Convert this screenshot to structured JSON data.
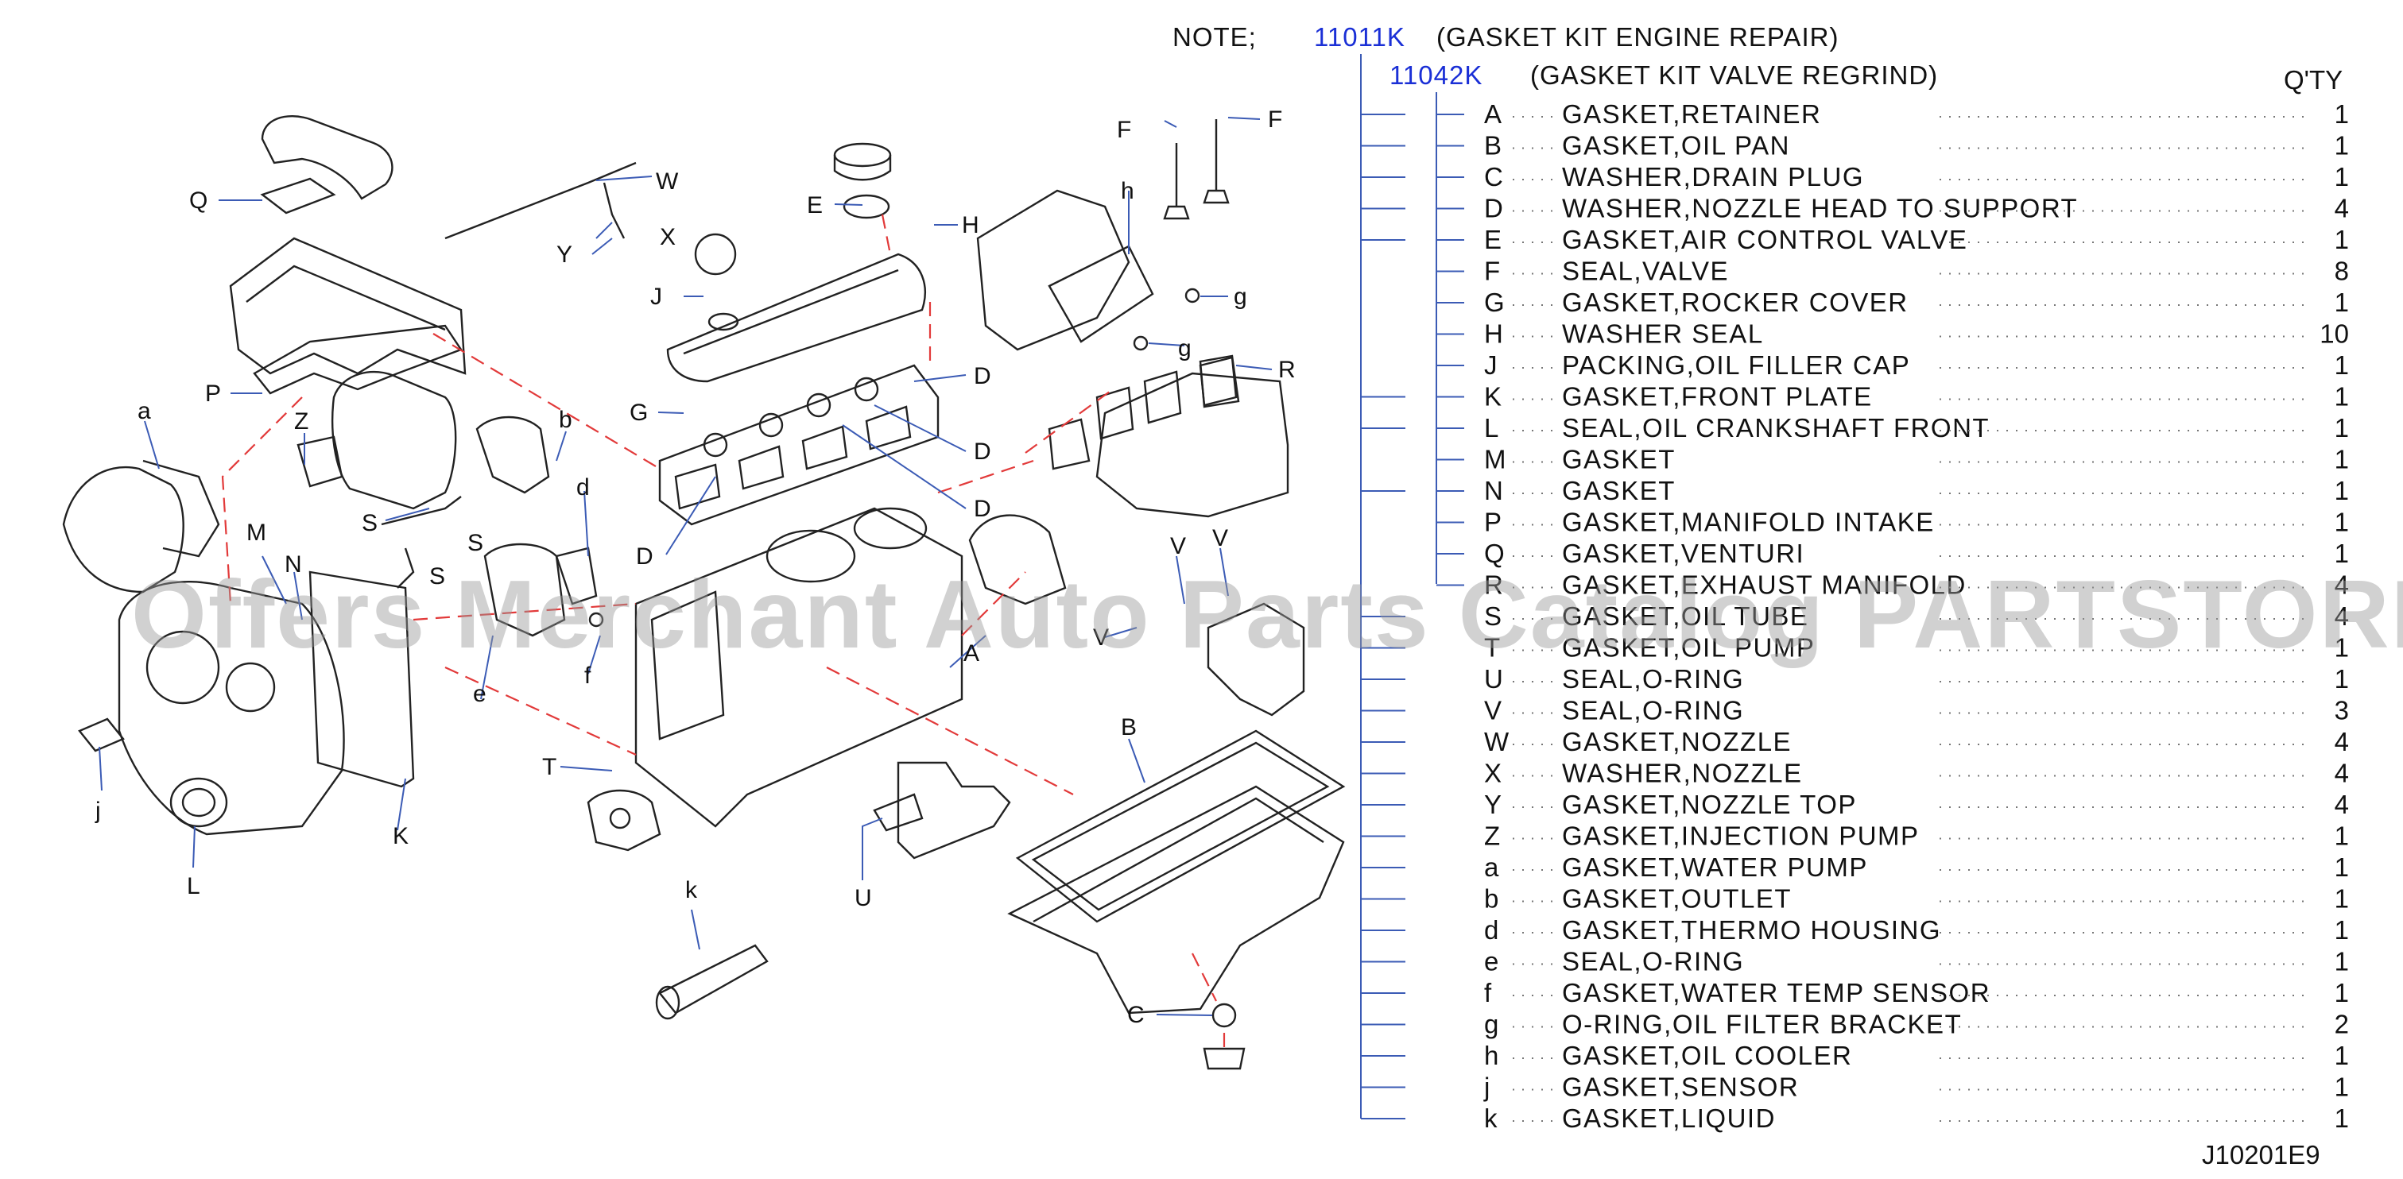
{
  "note": {
    "prefix": "NOTE;",
    "kit1_code": "11011K",
    "kit1_name": "(GASKET KIT ENGINE REPAIR)",
    "kit2_code": "11042K",
    "kit2_name": "(GASKET KIT VALVE REGRIND)"
  },
  "qty_header": "Q'TY",
  "items": [
    {
      "letter": "A",
      "name": "GASKET,RETAINER",
      "qty": "1",
      "kit": "engine"
    },
    {
      "letter": "B",
      "name": "GASKET,OIL  PAN",
      "qty": "1",
      "kit": "engine"
    },
    {
      "letter": "C",
      "name": "WASHER,DRAIN  PLUG",
      "qty": "1",
      "kit": "engine"
    },
    {
      "letter": "D",
      "name": "WASHER,NOZZLE  HEAD  TO  SUPPORT",
      "qty": "4",
      "kit": "engine"
    },
    {
      "letter": "E",
      "name": "GASKET,AIR  CONTROL  VALVE",
      "qty": "1",
      "kit": "engine"
    },
    {
      "letter": "F",
      "name": "SEAL,VALVE",
      "qty": "8",
      "kit": "valve"
    },
    {
      "letter": "G",
      "name": "GASKET,ROCKER  COVER",
      "qty": "1",
      "kit": "valve"
    },
    {
      "letter": "H",
      "name": "WASHER  SEAL",
      "qty": "10",
      "kit": "valve"
    },
    {
      "letter": "J",
      "name": "PACKING,OIL  FILLER  CAP",
      "qty": "1",
      "kit": "valve"
    },
    {
      "letter": "K",
      "name": "GASKET,FRONT  PLATE",
      "qty": "1",
      "kit": "engine"
    },
    {
      "letter": "L",
      "name": "SEAL,OIL  CRANKSHAFT  FRONT",
      "qty": "1",
      "kit": "engine"
    },
    {
      "letter": "M",
      "name": "GASKET",
      "qty": "1",
      "kit": "valve"
    },
    {
      "letter": "N",
      "name": "GASKET",
      "qty": "1",
      "kit": "engine"
    },
    {
      "letter": "P",
      "name": "GASKET,MANIFOLD  INTAKE",
      "qty": "1",
      "kit": "valve"
    },
    {
      "letter": "Q",
      "name": "GASKET,VENTURI",
      "qty": "1",
      "kit": "valve"
    },
    {
      "letter": "R",
      "name": "GASKET,EXHAUST  MANIFOLD",
      "qty": "4",
      "kit": "valve"
    },
    {
      "letter": "S",
      "name": "GASKET,OIL  TUBE",
      "qty": "4",
      "kit": "engine"
    },
    {
      "letter": "T",
      "name": "GASKET,OIL  PUMP",
      "qty": "1",
      "kit": "engine"
    },
    {
      "letter": "U",
      "name": "SEAL,O-RING",
      "qty": "1",
      "kit": "engine"
    },
    {
      "letter": "V",
      "name": "SEAL,O-RING",
      "qty": "3",
      "kit": "engine"
    },
    {
      "letter": "W",
      "name": "GASKET,NOZZLE",
      "qty": "4",
      "kit": "engine"
    },
    {
      "letter": "X",
      "name": "WASHER,NOZZLE",
      "qty": "4",
      "kit": "engine"
    },
    {
      "letter": "Y",
      "name": "GASKET,NOZZLE  TOP",
      "qty": "4",
      "kit": "engine"
    },
    {
      "letter": "Z",
      "name": "GASKET,INJECTION  PUMP",
      "qty": "1",
      "kit": "engine"
    },
    {
      "letter": "a",
      "name": "GASKET,WATER  PUMP",
      "qty": "1",
      "kit": "engine"
    },
    {
      "letter": "b",
      "name": "GASKET,OUTLET",
      "qty": "1",
      "kit": "engine"
    },
    {
      "letter": "d",
      "name": "GASKET,THERMO  HOUSING",
      "qty": "1",
      "kit": "engine"
    },
    {
      "letter": "e",
      "name": "SEAL,O-RING",
      "qty": "1",
      "kit": "engine"
    },
    {
      "letter": "f",
      "name": "GASKET,WATER  TEMP  SENSOR",
      "qty": "1",
      "kit": "engine"
    },
    {
      "letter": "g",
      "name": "O-RING,OIL  FILTER  BRACKET",
      "qty": "2",
      "kit": "engine"
    },
    {
      "letter": "h",
      "name": "GASKET,OIL  COOLER",
      "qty": "1",
      "kit": "engine"
    },
    {
      "letter": "j",
      "name": "GASKET,SENSOR",
      "qty": "1",
      "kit": "engine"
    },
    {
      "letter": "k",
      "name": "GASKET,LIQUID",
      "qty": "1",
      "kit": "engine"
    }
  ],
  "callouts": {
    "Q": "Q",
    "W": "W",
    "X": "X",
    "Y": "Y",
    "E": "E",
    "H": "H",
    "J": "J",
    "F1": "F",
    "F2": "F",
    "h": "h",
    "g1": "g",
    "g2": "g",
    "R": "R",
    "P": "P",
    "Z": "Z",
    "a": "a",
    "b": "b",
    "d": "d",
    "G": "G",
    "D1": "D",
    "D2": "D",
    "D3": "D",
    "D4": "D",
    "S1": "S",
    "S2": "S",
    "S3": "S",
    "M": "M",
    "N": "N",
    "V1": "V",
    "V2": "V",
    "V3": "V",
    "A": "A",
    "f": "f",
    "e": "e",
    "T": "T",
    "B": "B",
    "j": "j",
    "K": "K",
    "L": "L",
    "U": "U",
    "k": "k",
    "C": "C"
  },
  "diagram_code": "J10201E9",
  "watermark": "Offers Merchant Auto Parts Catalog PARTSTORE.SA"
}
